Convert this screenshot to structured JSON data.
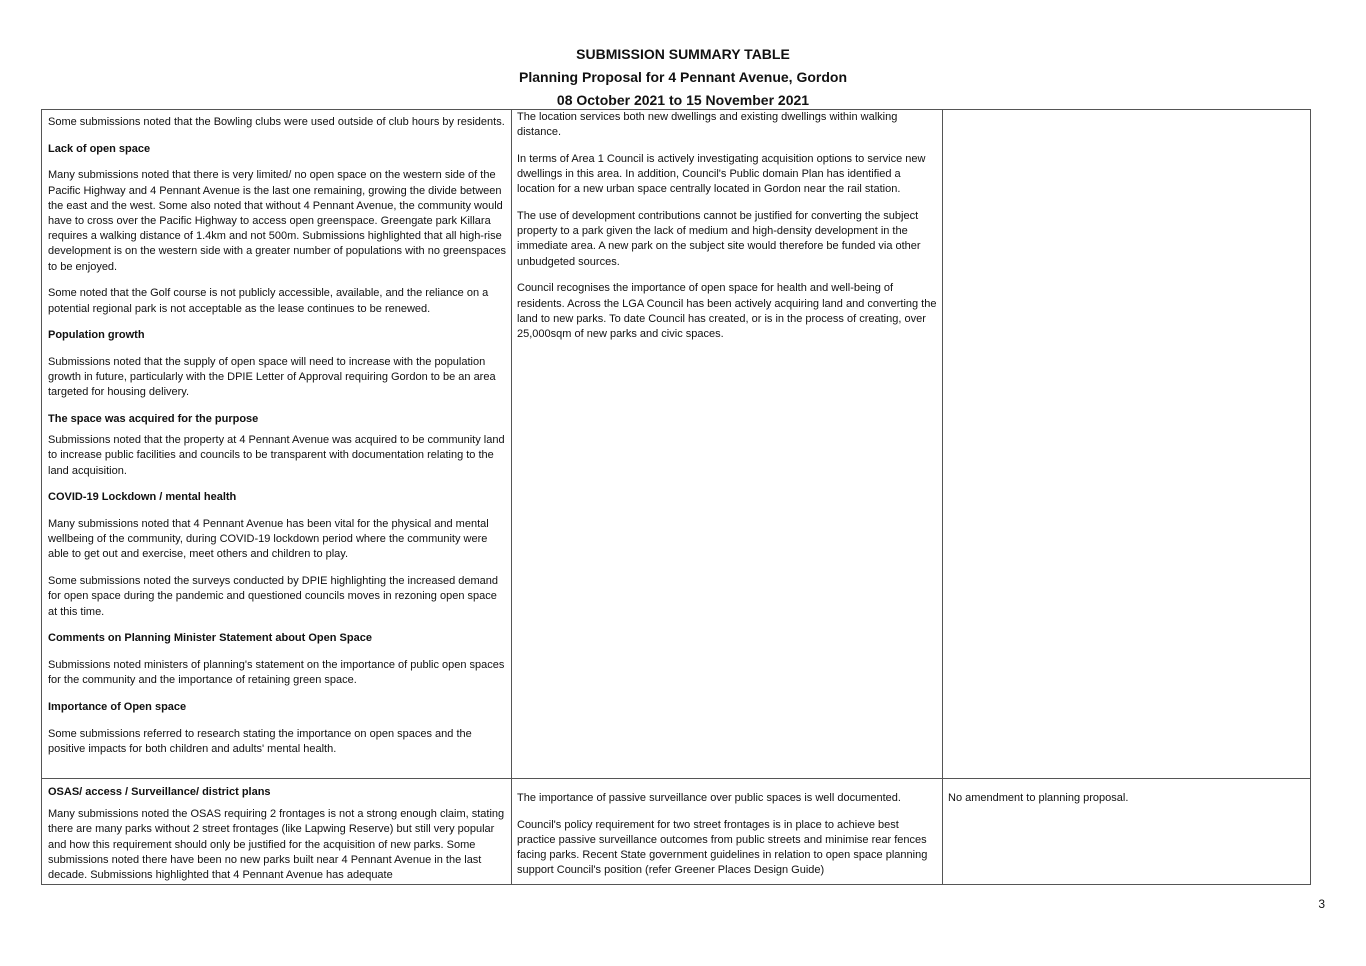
{
  "header": {
    "title": "SUBMISSION SUMMARY TABLE",
    "subtitle": "Planning Proposal for 4 Pennant Avenue, Gordon",
    "period": "08 October 2021 to 15 November 2021"
  },
  "row1": {
    "submissions": [
      "Some submissions noted that the Bowling clubs were used outside of club hours by residents.",
      "Lack of open space",
      "Many submissions noted that there is very limited/ no open space on the western side of the Pacific Highway and 4 Pennant Avenue is the last one remaining, growing the divide between the east and the west. Some also noted that without 4 Pennant Avenue, the community would have to cross over the Pacific Highway to access open greenspace. Greengate park Killara requires a walking distance of 1.4km and not 500m. Submissions highlighted that all high-rise development is on the western side with a greater number of populations with no greenspaces to be enjoyed.",
      "Some noted that the Golf course is not publicly accessible, available, and the reliance on a potential regional park is not acceptable as the lease continues to be renewed.",
      "Population growth",
      "Submissions noted that the supply of open space will need to increase with the population growth in future, particularly with the DPIE Letter of Approval requiring Gordon to be an area targeted for housing delivery.",
      "The space was acquired for the purpose",
      "Submissions noted that the property at 4 Pennant Avenue was acquired to be community land to increase public facilities and councils to be transparent with documentation relating to the land acquisition.",
      "COVID-19 Lockdown / mental health",
      "Many submissions noted that 4 Pennant Avenue has been vital for the physical and mental wellbeing of the community, during COVID-19 lockdown period where the community were able to get out and exercise, meet others and children to play.",
      "Some submissions noted the surveys conducted by DPIE highlighting the increased demand for open space during the pandemic and questioned councils moves in rezoning open space at this time.",
      "Comments on Planning Minister Statement about Open Space",
      "Submissions noted ministers of planning's statement on the importance of public open spaces for the community and the importance of retaining green space.",
      "Importance of Open space",
      "Some submissions referred to research stating the importance on open spaces and the positive impacts for both children and adults' mental health."
    ],
    "response": [
      "The location services both new dwellings and existing dwellings within walking distance.",
      "In terms of Area 1 Council is actively investigating acquisition options to service new dwellings in this area. In addition, Council's Public domain Plan has identified a location for a new urban space centrally located in Gordon near the rail station.",
      "The use of development contributions cannot be justified for converting the subject property to a park given the lack of medium and high-density development in the immediate area. A new park on the subject site would therefore be funded via other unbudgeted sources.",
      "Council recognises the importance of open space for health and well-being of residents. Across the LGA Council has been actively acquiring land and converting the land to new parks. To date Council has created, or is in the process of creating, over 25,000sqm of new parks and civic spaces."
    ],
    "amendment": ""
  },
  "row2": {
    "submissions": [
      "OSAS/ access / Surveillance/ district plans",
      "Many submissions noted the OSAS requiring 2 frontages is not a strong enough claim, stating there are many parks without 2 street frontages (like Lapwing Reserve) but still very popular and how this requirement should only be justified for the acquisition of new parks. Some submissions noted there have been no new parks built near 4 Pennant Avenue in the last decade. Submissions highlighted that 4 Pennant Avenue has adequate"
    ],
    "response": [
      "The importance of passive surveillance over public spaces is well documented.",
      "Council's policy requirement for two street frontages is in place to achieve best practice passive surveillance outcomes from public streets and minimise rear fences facing parks. Recent State government guidelines in relation to open space planning support Council's position (refer Greener Places Design Guide)"
    ],
    "amendment": "No amendment to planning proposal."
  },
  "page_number": "3"
}
